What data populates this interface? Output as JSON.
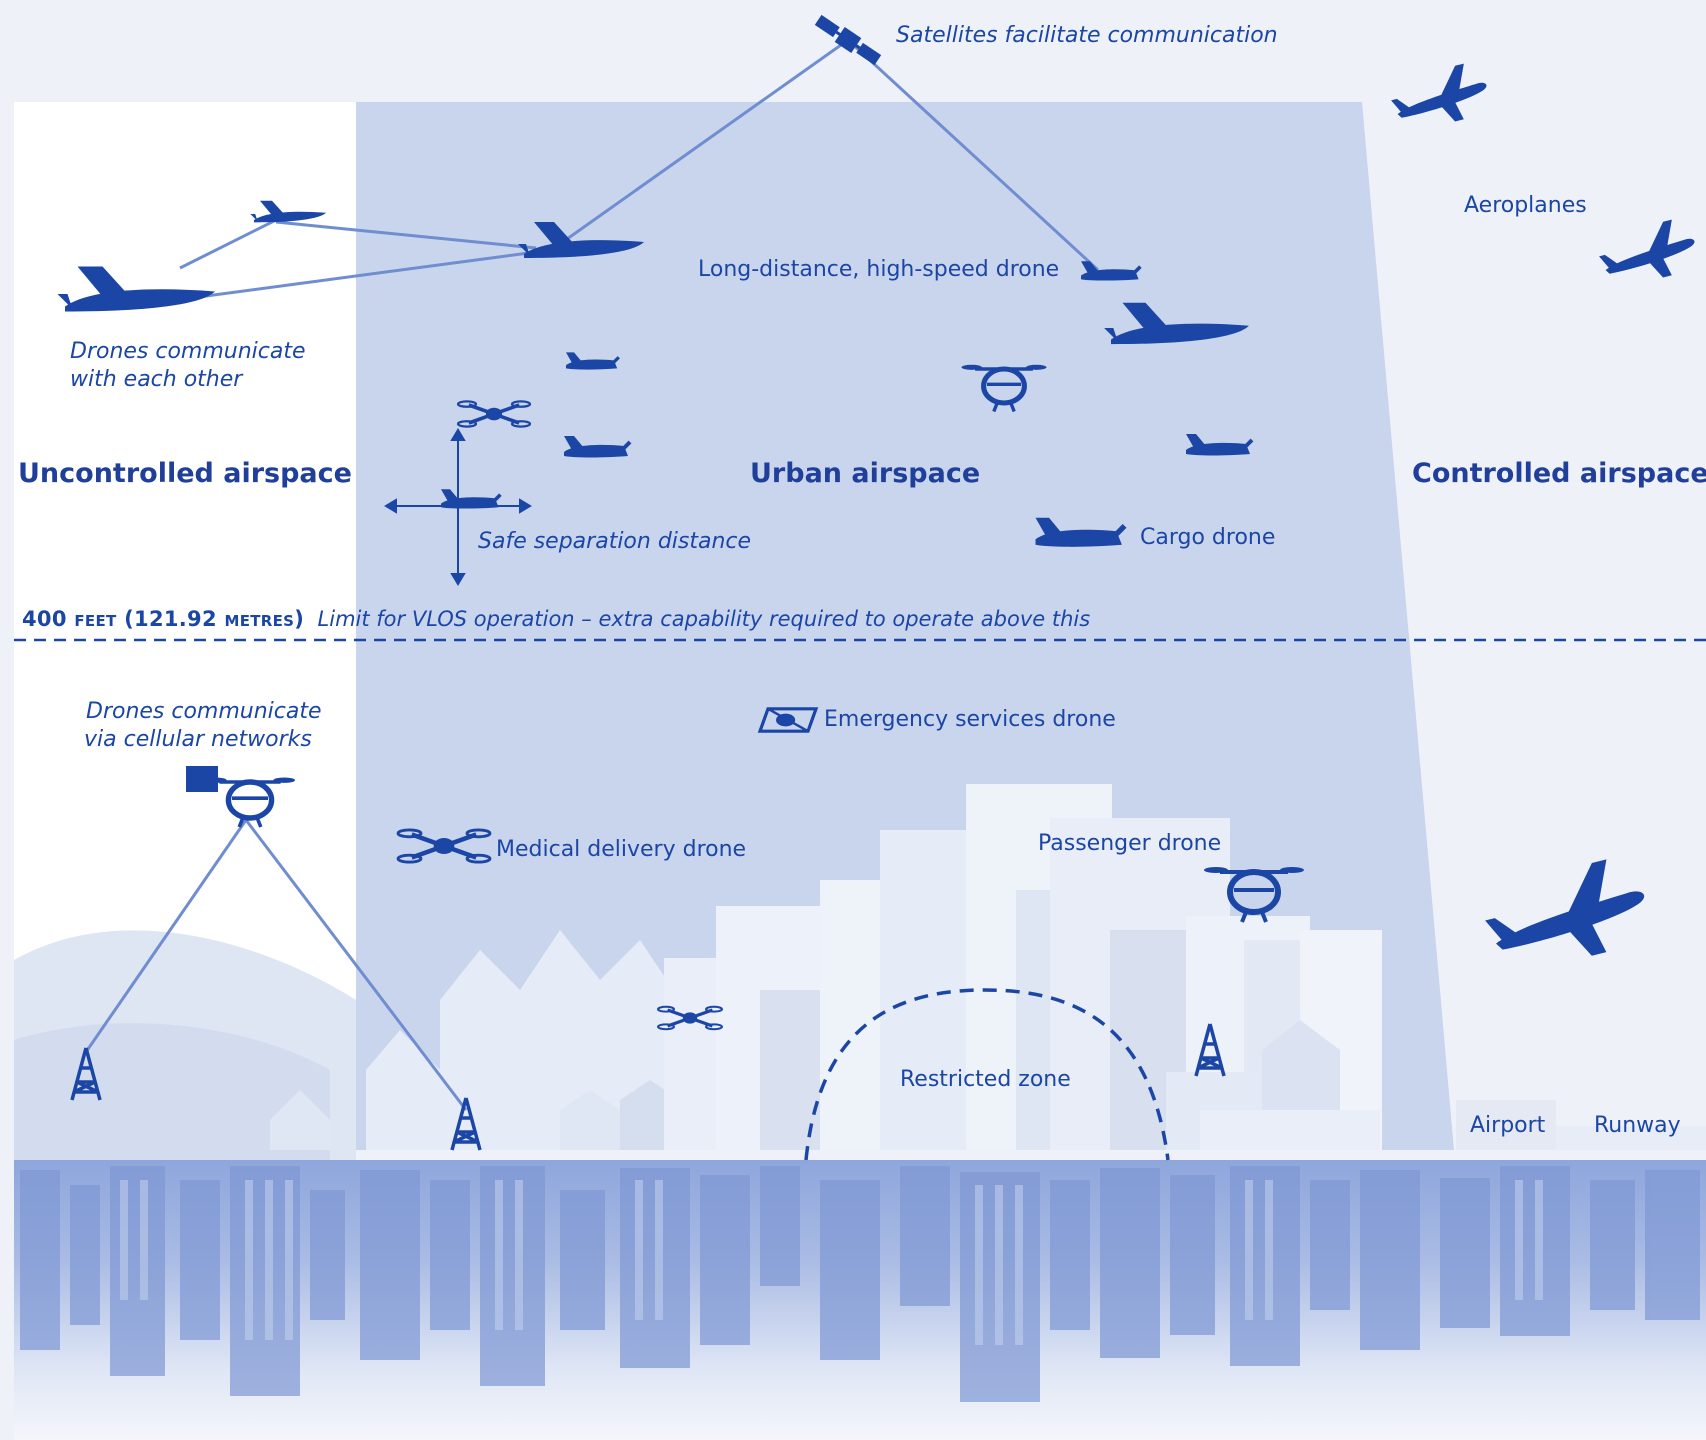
{
  "colors": {
    "background": "#eef1f8",
    "urban_airspace": "#c9d5ec",
    "uncontrolled_airspace": "#ffffff",
    "accent_blue": "#1b46a6",
    "building_light": "#e3e9f5",
    "city_photo_tint": "#9fb3e0"
  },
  "labels": {
    "satellites": "Satellites facilitate communication",
    "aeroplanes": "Aeroplanes",
    "long_distance_drone": "Long-distance, high-speed drone",
    "drones_communicate_each_other_line1": "Drones communicate",
    "drones_communicate_each_other_line2": "with each other",
    "uncontrolled_airspace": "Uncontrolled airspace",
    "urban_airspace": "Urban airspace",
    "controlled_airspace": "Controlled airspace",
    "safe_separation": "Safe separation distance",
    "cargo_drone": "Cargo drone",
    "limit_height": "400 feet (121.92 metres)",
    "limit_text": "Limit for VLOS operation – extra capability required to operate above this",
    "drones_cellular_line1": "Drones communicate",
    "drones_cellular_line2": "via cellular networks",
    "emergency_drone": "Emergency services drone",
    "medical_drone": "Medical delivery drone",
    "passenger_drone": "Passenger drone",
    "restricted_zone": "Restricted zone",
    "airport": "Airport",
    "runway": "Runway"
  },
  "icons": [
    "satellite-icon",
    "airplane-icon",
    "fixed-wing-drone-icon",
    "quadcopter-drone-icon",
    "passenger-drone-icon",
    "cell-tower-icon",
    "cargo-box-icon"
  ]
}
